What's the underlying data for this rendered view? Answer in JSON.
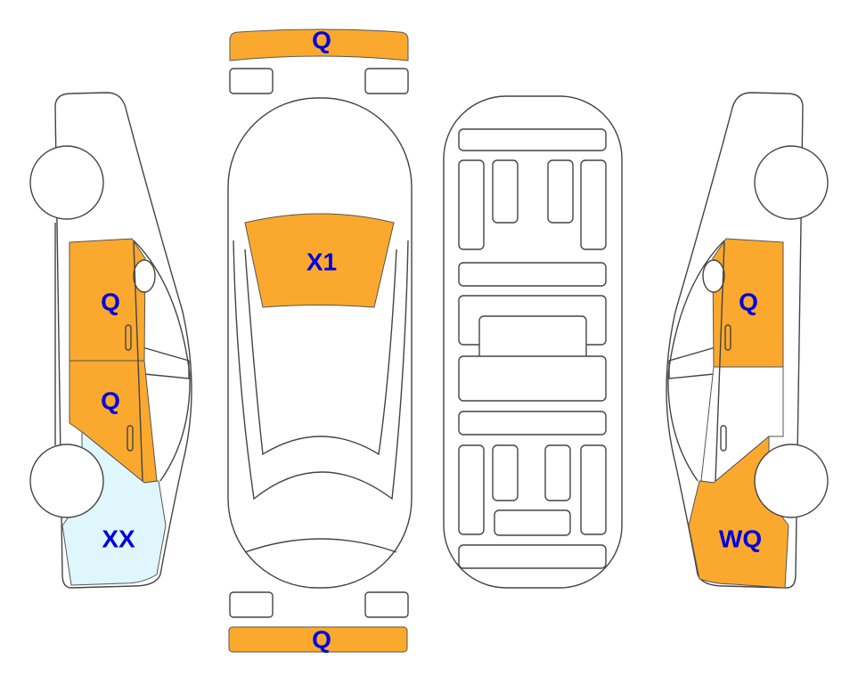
{
  "colors": {
    "damaged": "#FBA92E",
    "minor": "#DFF6FD",
    "label": "#0000DD",
    "outline": "#444444"
  },
  "zones": {
    "front_bumper": {
      "label": "Q",
      "status": "damaged"
    },
    "windshield": {
      "label": "X1",
      "status": "damaged"
    },
    "rear_bumper": {
      "label": "Q",
      "status": "damaged"
    },
    "left_front_door": {
      "label": "Q",
      "status": "damaged"
    },
    "left_rear_door": {
      "label": "Q",
      "status": "damaged"
    },
    "left_rear_fender": {
      "label": "XX",
      "status": "minor"
    },
    "right_front_door": {
      "label": "Q",
      "status": "damaged"
    },
    "right_rear_fender": {
      "label": "WQ",
      "status": "damaged"
    }
  }
}
